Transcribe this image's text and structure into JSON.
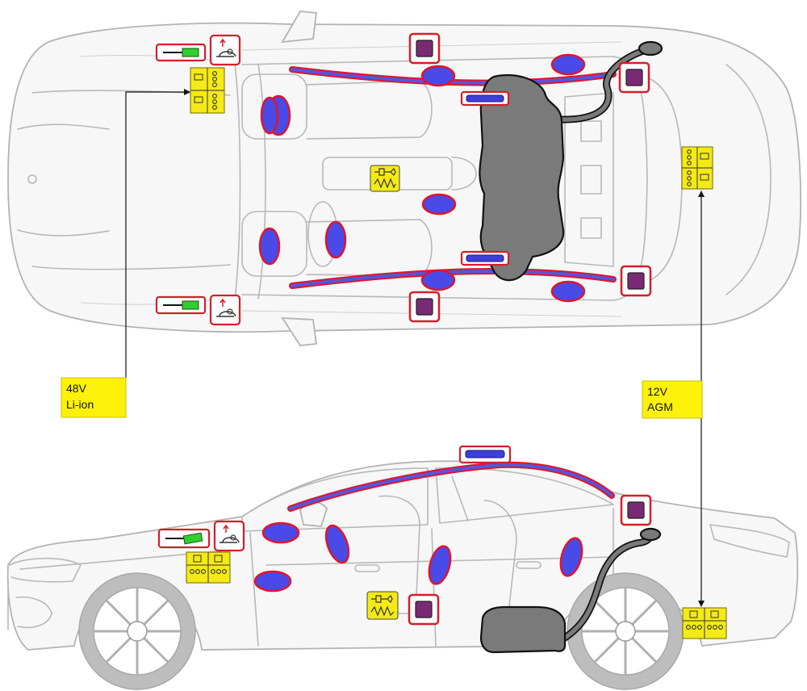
{
  "labels": {
    "battery_48v": {
      "line1": "48V",
      "line2": "Li-ion"
    },
    "battery_12v": {
      "line1": "12V",
      "line2": "AGM"
    }
  },
  "colors": {
    "airbag": "#4a4ae8",
    "component_outline": "#d41e2a",
    "crash_sensor": "#7a2a75",
    "battery": "#f4ea15",
    "fuel_tank": "#7a7a7a",
    "gas_generator": "#2fcf2f",
    "label_background": "#fdf10a"
  },
  "icons": [
    "airbag-icon",
    "curtain-airbag-icon",
    "crash-sensor-icon",
    "gas-generator-icon",
    "hood-lifter-icon",
    "battery-icon",
    "seatbelt-pretensioner-icon",
    "fuel-tank-icon"
  ]
}
